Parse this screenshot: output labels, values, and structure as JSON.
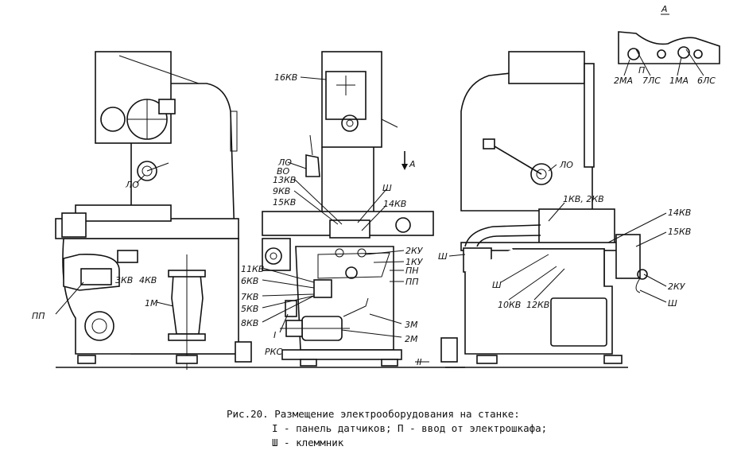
{
  "figure": {
    "caption_title": "Рис.20. Размещение электрооборудования на станке:",
    "caption_line2": "I - панель датчиков; П - ввод от электрошкафа;",
    "caption_line3": "Ш - клеммник"
  },
  "left_view": {
    "labels": {
      "lo": "ЛО",
      "kv3": "3КВ",
      "kv4": "4КВ",
      "m1": "1М",
      "pp": "ПП"
    }
  },
  "middle_view": {
    "labels": {
      "kv16": "16КВ",
      "lo": "ЛО",
      "vo": "ВО",
      "kv13": "13КВ",
      "kv9": "9КВ",
      "kv15": "15КВ",
      "arrow_a": "А",
      "iii": "Ш",
      "kv14": "14КВ",
      "ku2": "2КУ",
      "ku1": "1КУ",
      "pn": "ПН",
      "pp": "ПП",
      "kv11": "11КВ",
      "kv6": "6КВ",
      "kv7": "7КВ",
      "kv5": "5КВ",
      "kv8": "8КВ",
      "i": "I",
      "rks": "РКС",
      "m3": "3М",
      "m2": "2М",
      "ii": "II"
    }
  },
  "right_view": {
    "labels": {
      "lo": "ЛО",
      "kv12": "1КВ, 2КВ",
      "kv14": "14КВ",
      "kv15": "15КВ",
      "iii_a": "Ш",
      "iii_b": "Ш",
      "kv10": "10КВ",
      "kv12b": "12КВ",
      "ku2": "2КУ",
      "iii_c": "Ш"
    }
  },
  "view_a": {
    "title": "А",
    "labels": {
      "ma2": "2МА",
      "ls7": "7ЛС",
      "ma1": "1МА",
      "ls6": "6ЛС",
      "ii": "П"
    }
  }
}
